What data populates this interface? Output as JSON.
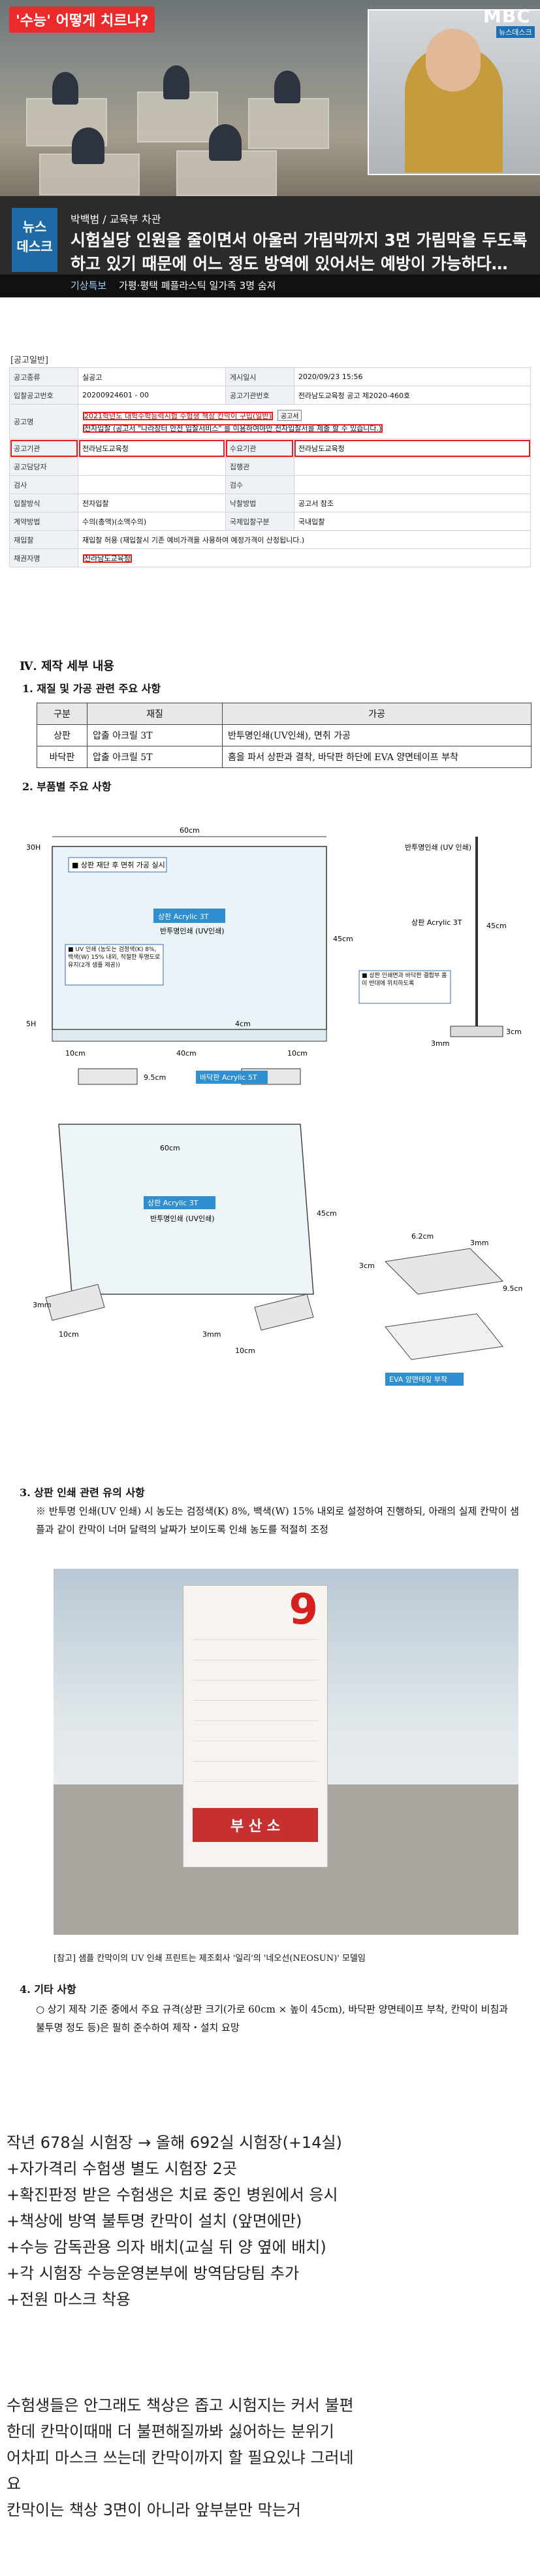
{
  "news": {
    "tag": "'수능' 어떻게 치르나?",
    "broadcaster": "MBC",
    "broadcaster_sub": "뉴스데스크",
    "badge_line1": "뉴스",
    "badge_line2": "데스크",
    "badge_bottom": "기상특보",
    "speaker": "박백범 / 교육부 차관",
    "headline": "시험실당 인원을 줄이면서 아울러 가림막까지 3면 가림막을 두도록 하고 있기 때문에 어느 정도 방역에 있어서는 예방이 가능하다…",
    "ticker": "가평·평택 폐플라스틱 일가족 3명 숨져"
  },
  "form": {
    "title": "[공고일반]",
    "rows": [
      {
        "k1": "공고종류",
        "v1": "실공고",
        "k2": "게시일시",
        "v2": "2020/09/23 15:56"
      },
      {
        "k1": "입찰공고번호",
        "v1": "20200924601 - 00",
        "k2": "공고기관번호",
        "v2": "전라남도교육청 공고 제2020-460호"
      },
      {
        "k1": "공고명",
        "v1": "2021학년도 대학수학능력시험 수험생 책상 칸막이 구입(일반)",
        "v1b": "전자입찰 (공고서 \"나라장터 안전 입찰서비스\" 를 이용하여야만 전자입찰서를 제출 할 수 있습니다.)",
        "k2": "",
        "v2": "",
        "btn": "공고서"
      },
      {
        "k1": "공고기관",
        "v1": "전라남도교육청",
        "k2": "수요기관",
        "v2": "전라남도교육청"
      },
      {
        "k1": "공고담당자",
        "v1": "",
        "k2": "집행관",
        "v2": ""
      },
      {
        "k1": "검사",
        "v1": "",
        "k2": "검수",
        "v2": ""
      },
      {
        "k1": "입찰방식",
        "v1": "전자입찰",
        "k2": "낙찰방법",
        "v2": "공고서 참조"
      },
      {
        "k1": "계약방법",
        "v1": "수의(총액)(소액수의)",
        "k2": "국제입찰구분",
        "v2": "국내입찰"
      },
      {
        "k1": "재입찰",
        "v1": "재입찰 허용 (재입찰시 기존 예비가격을 사용하여 예정가격이 산정됩니다.)",
        "k2": "",
        "v2": ""
      },
      {
        "k1": "채권자명",
        "v1": "전라남도교육청",
        "k2": "",
        "v2": ""
      }
    ]
  },
  "section4": {
    "title": "Ⅳ. 제작 세부 내용",
    "sub1": "1. 재질 및 가공 관련 주요 사항",
    "spec_headers": [
      "구분",
      "재질",
      "가공"
    ],
    "spec_rows": [
      [
        "상판",
        "압출 아크릴 3T",
        "반투명인쇄(UV인쇄), 면취 가공"
      ],
      [
        "바닥판",
        "압출 아크릴 5T",
        "홈을 파서 상판과 결착, 바닥판 하단에 EVA 양면테이프 부착"
      ]
    ],
    "sub2": "2. 부품별 주요 사항"
  },
  "drawing": {
    "dim_60cm": "60cm",
    "dim_30h": "30H",
    "note_top": "■ 상판 재단 후 면취 가공 실시",
    "top_acrylic": "상판 Acrylic 3T",
    "top_print": "반투명인쇄 (UV인쇄)",
    "uv_note": "■ UV 인쇄 (농도는 검정색(K) 8%, 백색(W) 15% 내외, 적절한 투명도로 유지(2개 샘플 제공))",
    "dim_45cm": "45cm",
    "dim_5h": "5H",
    "dim_10cm": "10cm",
    "dim_40cm": "40cm",
    "dim_4cm": "4cm",
    "dim_3cm": "3cm",
    "dim_9_5cm": "9.5cm",
    "dim_6_2cm": "6.2cm",
    "base_acrylic": "바닥판 Acrylic 5T",
    "side_print": "반투명인쇄 (UV 인쇄)",
    "side_top": "상판 Acrylic 3T",
    "side_note": "■ 상판 인쇄면과 바닥판 결합부 홈이 반대에 위치하도록",
    "eva": "EVA 양면테잎 부착",
    "dim_3mm": "3mm"
  },
  "section3": {
    "title": "3. 상판 인쇄 관련 유의 사항",
    "note": "※ 반투명 인쇄(UV 인쇄) 시 농도는 검정색(K) 8%, 백색(W) 15% 내외로 설정하여 진행하되, 아래의 실제 칸막이 샘플과 같이 칸막이 너머 달력의 날짜가 보이도록 인쇄 농도를 적절히 조정",
    "calendar_month": "9",
    "calendar_footer": "부 산 소",
    "caption": "[참고] 샘플 칸막이의 UV 인쇄 프린트는 제조회사 '일리'의 '네오선(NEOSUN)' 모델임"
  },
  "section4b": {
    "title": "4. 기타 사항",
    "note": "○ 상기 제작 기준 중에서 주요 규격(상판 크기(가로 60cm × 높이 45cm), 바닥판 양면테이프 부착, 칸막이 비침과 불투명 정도 등)은 필히 준수하여 제작・설치 요망"
  },
  "comment": {
    "lines": [
      "작년 678실 시험장 → 올해 692실 시험장(+14실)",
      "+자가격리 수험생 별도 시험장 2곳",
      "+확진판정 받은 수험생은 치료 중인 병원에서 응시",
      "+책상에 방역 불투명 칸막이 설치 (앞면에만)",
      "+수능 감독관용 의자 배치(교실 뒤 양 옆에 배치)",
      "+각 시험장 수능운영본부에 방역담당팀 추가",
      "+전원 마스크 착용"
    ],
    "para": [
      "수험생들은 안그래도 책상은 좁고 시험지는 커서 불편",
      "한데 칸막이때매 더 불편해질까봐 싫어하는 분위기",
      "어차피 마스크 쓰는데 칸막이까지 할 필요있냐 그러네",
      "요",
      "칸막이는 책상 3면이 아니라 앞부분만 막는거"
    ]
  }
}
